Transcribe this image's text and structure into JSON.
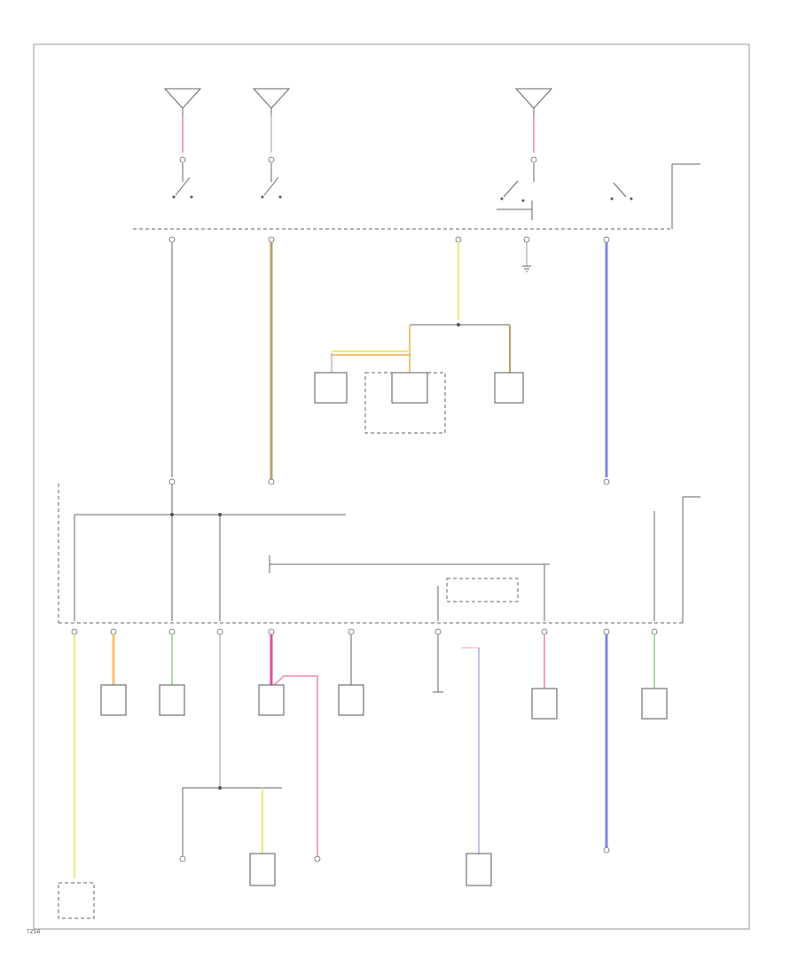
{
  "footer": {
    "code": "TZS6"
  },
  "colors": {
    "pink": "#f3a3b5",
    "tan": "#b8a06a",
    "yellow": "#eee97a",
    "orange": "#f2c27a",
    "blue": "#7f86e0",
    "green": "#a8dfa8",
    "gray": "#999999",
    "magenta": "#e64aa8"
  },
  "wires": [
    {
      "id": "w1",
      "color": "pink"
    },
    {
      "id": "w2",
      "color": "gray"
    },
    {
      "id": "w3",
      "color": "pink"
    },
    {
      "id": "w4",
      "color": "gray"
    },
    {
      "id": "w5",
      "color": "tan"
    },
    {
      "id": "w6",
      "color": "yellow"
    },
    {
      "id": "w7",
      "color": "gray"
    },
    {
      "id": "w8",
      "color": "blue"
    },
    {
      "id": "w9",
      "color": "orange"
    },
    {
      "id": "w10",
      "color": "yellow"
    },
    {
      "id": "w11",
      "color": "orange"
    },
    {
      "id": "w12",
      "color": "gray"
    },
    {
      "id": "w13",
      "color": "tan"
    },
    {
      "id": "w14",
      "color": "blue"
    },
    {
      "id": "w15",
      "color": "yellow"
    },
    {
      "id": "w16",
      "color": "orange"
    },
    {
      "id": "w17",
      "color": "green"
    },
    {
      "id": "w18",
      "color": "magenta"
    },
    {
      "id": "w19",
      "color": "pink"
    },
    {
      "id": "w20",
      "color": "gray"
    },
    {
      "id": "w21",
      "color": "pink"
    },
    {
      "id": "w22",
      "color": "blue"
    },
    {
      "id": "w23",
      "color": "green"
    },
    {
      "id": "w24",
      "color": "yellow"
    },
    {
      "id": "w25",
      "color": "yellow"
    },
    {
      "id": "w26",
      "color": "pink"
    },
    {
      "id": "w27",
      "color": "blue"
    }
  ]
}
